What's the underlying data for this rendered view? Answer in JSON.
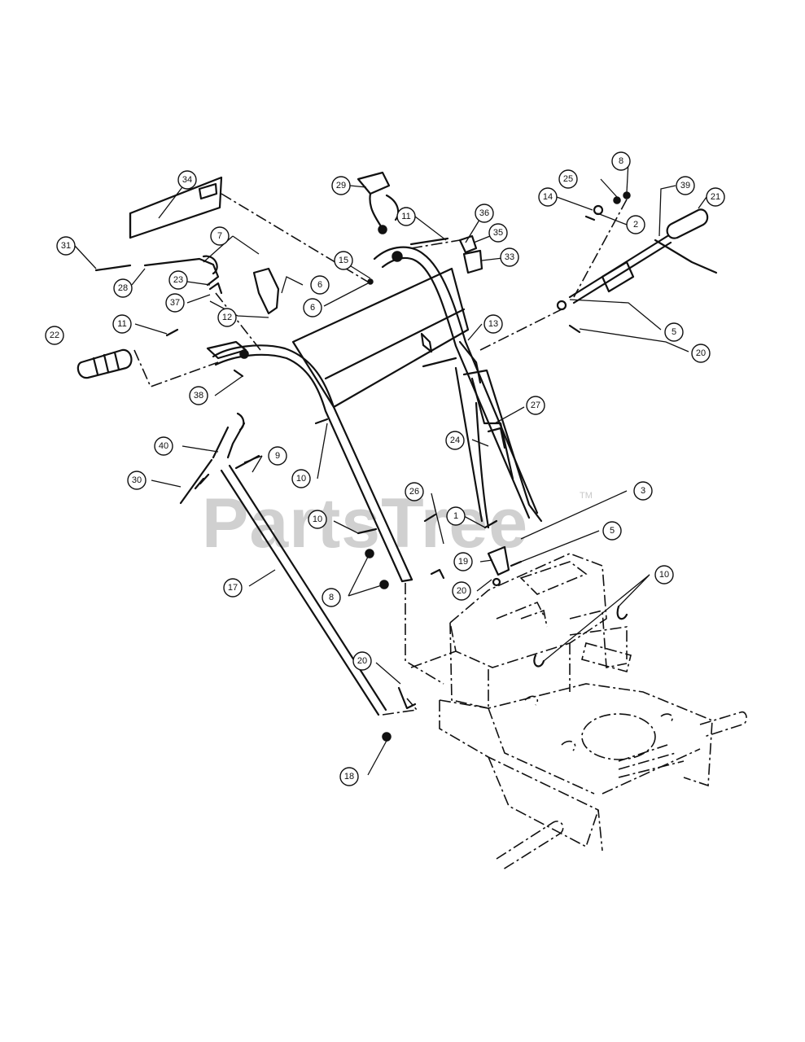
{
  "watermark": {
    "text": "PartsTree",
    "mark": "TM"
  },
  "callouts": [
    "34",
    "29",
    "11",
    "36",
    "35",
    "33",
    "8",
    "25",
    "14",
    "2",
    "39",
    "21",
    "31",
    "28",
    "7",
    "23",
    "37",
    "12",
    "6",
    "15",
    "6",
    "5",
    "20",
    "22",
    "11",
    "13",
    "38",
    "27",
    "24",
    "40",
    "9",
    "10",
    "30",
    "26",
    "10",
    "3",
    "1",
    "5",
    "19",
    "20",
    "10",
    "8",
    "17",
    "20",
    "18"
  ]
}
